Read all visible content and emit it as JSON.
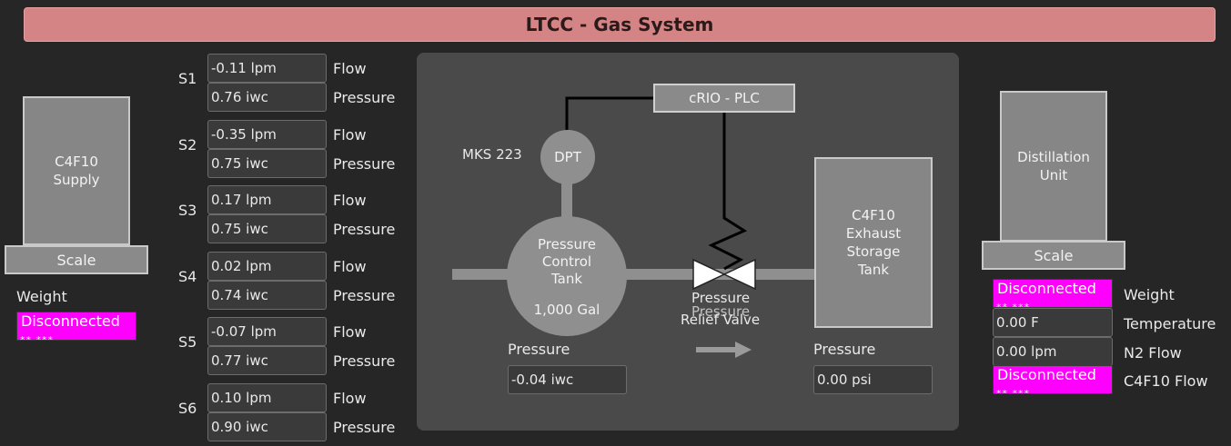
{
  "header": {
    "title": "LTCC - Gas System"
  },
  "supply": {
    "name": "C4F10\nSupply",
    "scale_label": "Scale",
    "weight_label": "Weight",
    "weight_status": "Disconnected",
    "weight_stars": "** ***"
  },
  "sensors": [
    {
      "name": "S1",
      "flow": "-0.11 lpm",
      "pressure": "0.76 iwc"
    },
    {
      "name": "S2",
      "flow": "-0.35 lpm",
      "pressure": "0.75 iwc"
    },
    {
      "name": "S3",
      "flow": "0.17 lpm",
      "pressure": "0.75 iwc"
    },
    {
      "name": "S4",
      "flow": "0.02 lpm",
      "pressure": "0.74 iwc"
    },
    {
      "name": "S5",
      "flow": "-0.07 lpm",
      "pressure": "0.77 iwc"
    },
    {
      "name": "S6",
      "flow": "0.10 lpm",
      "pressure": "0.90 iwc"
    }
  ],
  "sensor_labels": {
    "flow": "Flow",
    "pressure": "Pressure"
  },
  "diagram": {
    "plc": "cRIO - PLC",
    "mks": "MKS 223",
    "dpt": "DPT",
    "tank_name": "Pressure\nControl\nTank",
    "tank_capacity": "1,000 Gal",
    "valve_label_top": "Pressure",
    "valve_label_overlap": "Pressure",
    "valve_label_bottom": "Relief Valve",
    "tank_pressure_label": "Pressure",
    "tank_pressure_value": "-0.04 iwc",
    "exhaust_name": "C4F10\nExhaust\nStorage\nTank",
    "exhaust_pressure_label": "Pressure",
    "exhaust_pressure_value": "0.00 psi"
  },
  "distillation": {
    "name": "Distillation\nUnit",
    "scale_label": "Scale",
    "weight_status": "Disconnected",
    "weight_stars": "** ***",
    "weight_label": "Weight",
    "temperature_value": "0.00 F",
    "temperature_label": "Temperature",
    "n2_value": "0.00 lpm",
    "n2_label": "N2 Flow",
    "c4f10_status": "Disconnected",
    "c4f10_stars": "** ***",
    "c4f10_label": "C4F10 Flow"
  },
  "colors": {
    "title_bar": "#d48485",
    "disconnected": "#ff00ff",
    "panel": "#4a4a4a",
    "equipment": "#868686"
  },
  "icons": {
    "valve": "valve-icon",
    "flow_arrow": "arrow-right-icon"
  }
}
